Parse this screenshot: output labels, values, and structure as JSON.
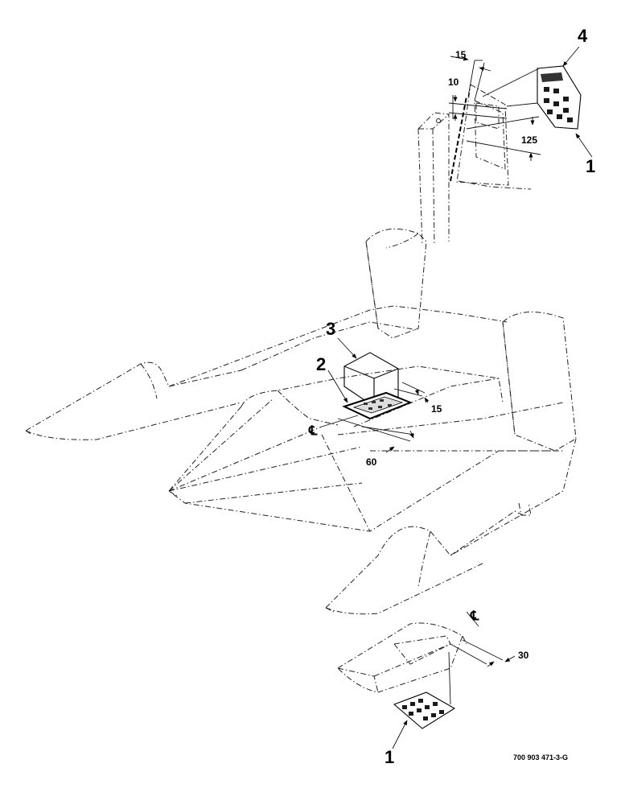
{
  "callouts": {
    "item_4": "4",
    "item_1_top": "1",
    "item_3": "3",
    "item_2": "2",
    "item_1_bottom": "1"
  },
  "dimensions": {
    "top_15": "15",
    "top_10": "10",
    "top_125": "125",
    "center_15": "15",
    "center_60": "60",
    "bottom_30": "30"
  },
  "centerline_symbol": "℄",
  "drawing_number": "700 903 471-3-G"
}
